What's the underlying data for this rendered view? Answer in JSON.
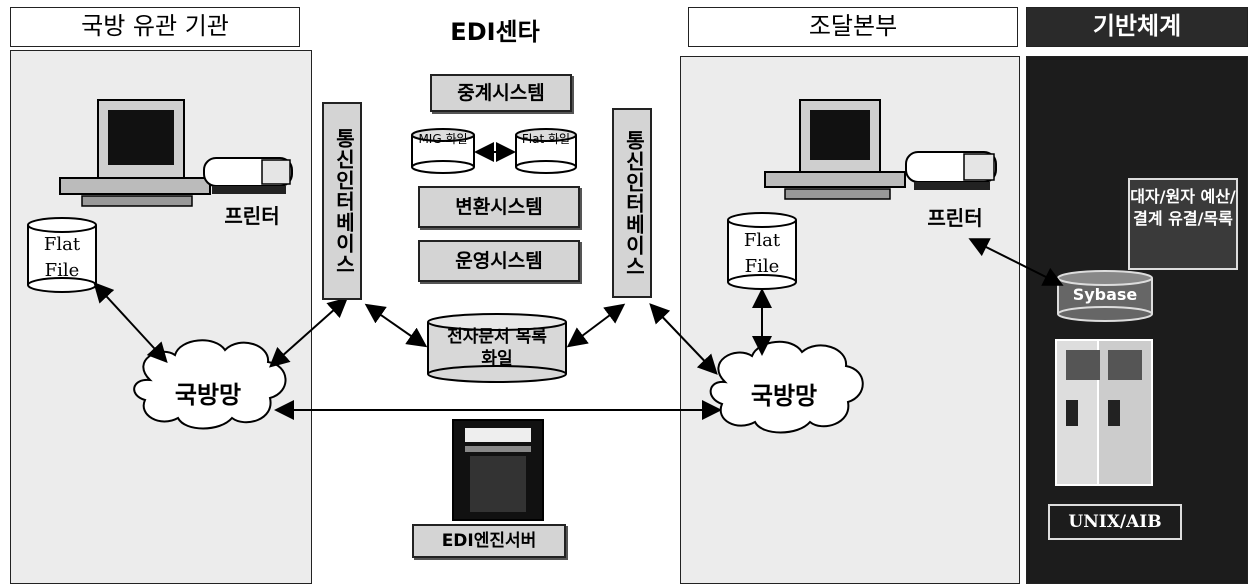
{
  "headers": {
    "defense_agencies": "국방 유관 기관",
    "edi_center": "EDI센타",
    "procurement_hq": "조달본부",
    "infra_system": "기반체계"
  },
  "edi_center": {
    "relay_system": "중계시스템",
    "mig_file": "MIG 화일",
    "flat_file_small": "Flat 화일",
    "conversion_system": "변환시스템",
    "operation_system": "운영시스템",
    "e_doc_registry": "전자문서 목록화일",
    "edi_engine_server": "EDI엔진서버"
  },
  "comm_interface_label": "통신인터베이스",
  "left": {
    "printer": "프린터",
    "flat_file": "Flat File",
    "network": "국방망"
  },
  "right": {
    "printer": "프린터",
    "flat_file": "Flat File",
    "network": "국방망"
  },
  "infra": {
    "note": "대자/원자 예산/결계 유결/목록",
    "db": "Sybase",
    "server_os": "UNIX/AIB"
  }
}
